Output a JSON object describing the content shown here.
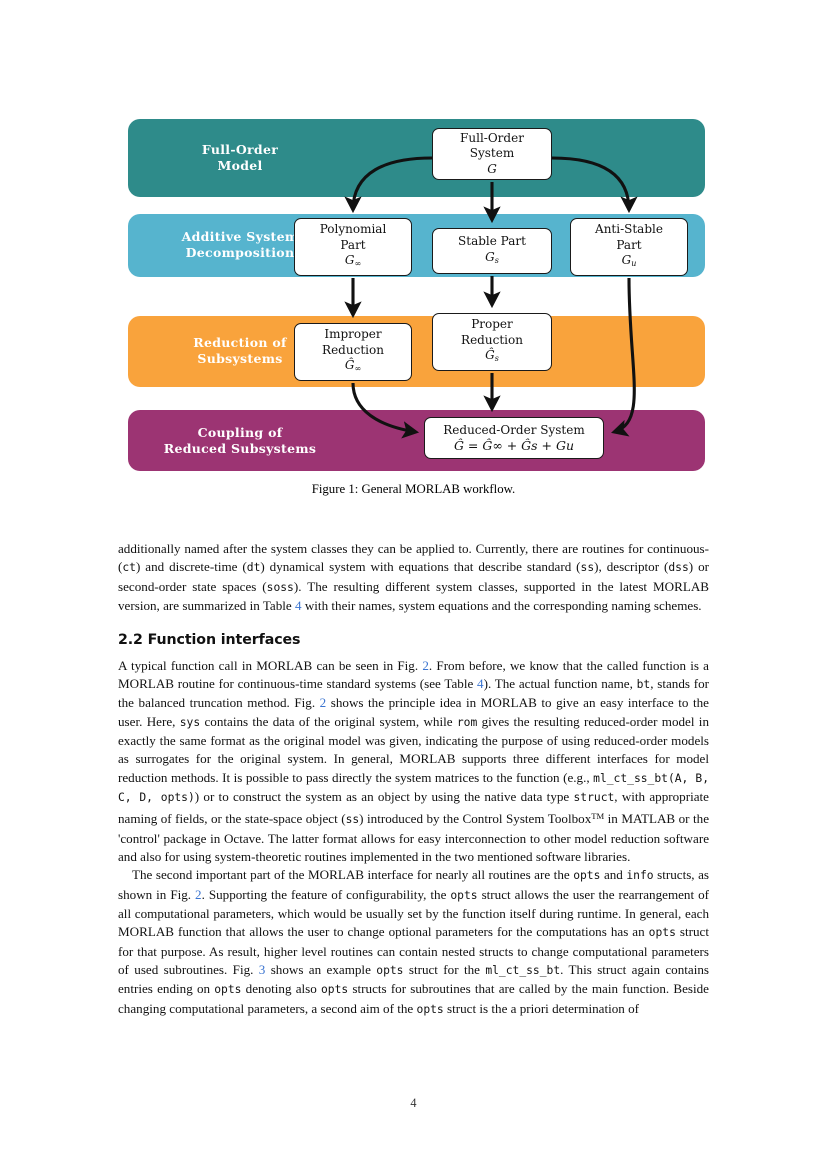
{
  "figure": {
    "caption": "Figure 1: General MORLAB workflow.",
    "bands": [
      {
        "label_line1": "Full-Order",
        "label_line2": "Model",
        "color": "#2e8b8a"
      },
      {
        "label_line1": "Additive System",
        "label_line2": "Decomposition",
        "color": "#56b4ce"
      },
      {
        "label_line1": "Reduction of",
        "label_line2": "Subsystems",
        "color": "#f9a33c"
      },
      {
        "label_line1": "Coupling of",
        "label_line2": "Reduced Subsystems",
        "color": "#9c3473"
      }
    ],
    "nodes": {
      "full_order_system": {
        "line1": "Full-Order",
        "line2": "System",
        "symbol": "G"
      },
      "polynomial_part": {
        "line1": "Polynomial",
        "line2": "Part",
        "symbol": "G",
        "symbol_sub": "∞"
      },
      "stable_part": {
        "line1": "Stable Part",
        "symbol": "G",
        "symbol_sub": "s"
      },
      "anti_stable_part": {
        "line1": "Anti-Stable",
        "line2": "Part",
        "symbol": "G",
        "symbol_sub": "u"
      },
      "improper_reduction": {
        "line1": "Improper",
        "line2": "Reduction",
        "symbol": "Ĝ",
        "symbol_sub": "∞"
      },
      "proper_reduction": {
        "line1": "Proper",
        "line2": "Reduction",
        "symbol": "Ĝ",
        "symbol_sub": "s"
      },
      "reduced_order_system": {
        "line1": "Reduced-Order System",
        "equation": "Ĝ = Ĝ∞ + Ĝs + Gu"
      }
    }
  },
  "body": {
    "para1": {
      "t1": "additionally named after the system classes they can be applied to. Currently, there are routines for continuous- (",
      "c1": "ct",
      "t2": ") and discrete-time (",
      "c2": "dt",
      "t3": ") dynamical system with equations that describe standard (",
      "c3": "ss",
      "t4": "), descriptor (",
      "c4": "dss",
      "t5": ") or second-order state spaces (",
      "c5": "soss",
      "t6": "). The resulting different system classes, supported in the latest MORLAB version, are summarized in Table ",
      "l1": "4",
      "t7": " with their names, system equations and the corresponding naming schemes."
    },
    "section_heading": "2.2  Function interfaces",
    "para2": {
      "t1": "A typical function call in MORLAB can be seen in Fig. ",
      "l1": "2",
      "t2": ". From before, we know that the called function is a MORLAB routine for continuous-time standard systems (see Table ",
      "l2": "4",
      "t3": "). The actual function name, ",
      "c1": "bt",
      "t4": ", stands for the balanced truncation method. Fig. ",
      "l3": "2",
      "t5": " shows the principle idea in MORLAB to give an easy interface to the user. Here, ",
      "c2": "sys",
      "t6": " contains the data of the original system, while ",
      "c3": "rom",
      "t7": " gives the resulting reduced-order model in exactly the same format as the original model was given, indicating the purpose of using reduced-order models as surrogates for the original system. In general, MORLAB supports three different interfaces for model reduction methods. It is possible to pass directly the system matrices to the function (e.g., ",
      "c4": "ml_ct_ss_bt(A, B, C, D, opts)",
      "t8": ") or to construct the system as an object by using the native data type ",
      "c5": "struct",
      "t9": ", with appropriate naming of fields, or the state-space object (",
      "c6": "ss",
      "t10": ") introduced by the Control System Toolbox",
      "sup1": "TM",
      "t11": " in MATLAB or the 'control' package in Octave. The latter format allows for easy interconnection to other model reduction software and also for using system-theoretic routines implemented in the two mentioned software libraries."
    },
    "para3": {
      "t1": "The second important part of the MORLAB interface for nearly all routines are the ",
      "c1": "opts",
      "t2": " and ",
      "c2": "info",
      "t3": " structs, as shown in Fig. ",
      "l1": "2",
      "t4": ". Supporting the feature of configurability, the ",
      "c3": "opts",
      "t5": " struct allows the user the rearrangement of all computational parameters, which would be usually set by the function itself during runtime. In general, each MORLAB function that allows the user to change optional parameters for the computations has an ",
      "c4": "opts",
      "t6": " struct for that purpose. As result, higher level routines can contain nested structs to change computational parameters of used subroutines. Fig. ",
      "l2": "3",
      "t7": " shows an example ",
      "c5": "opts",
      "t8": " struct for the ",
      "c6": "ml_ct_ss_bt",
      "t9": ". This struct again contains entries ending on ",
      "c7": "opts",
      "t10": " denoting also ",
      "c8": "opts",
      "t11": " structs for subroutines that are called by the main function. Beside changing computational parameters, a second aim of the ",
      "c9": "opts",
      "t12": " struct is the a priori determination of"
    }
  },
  "page_number": "4",
  "colors": {
    "band_teal": "#2e8b8a",
    "band_blue": "#56b4ce",
    "band_orange": "#f9a33c",
    "band_purple": "#9c3473",
    "link": "#3a74d0"
  }
}
